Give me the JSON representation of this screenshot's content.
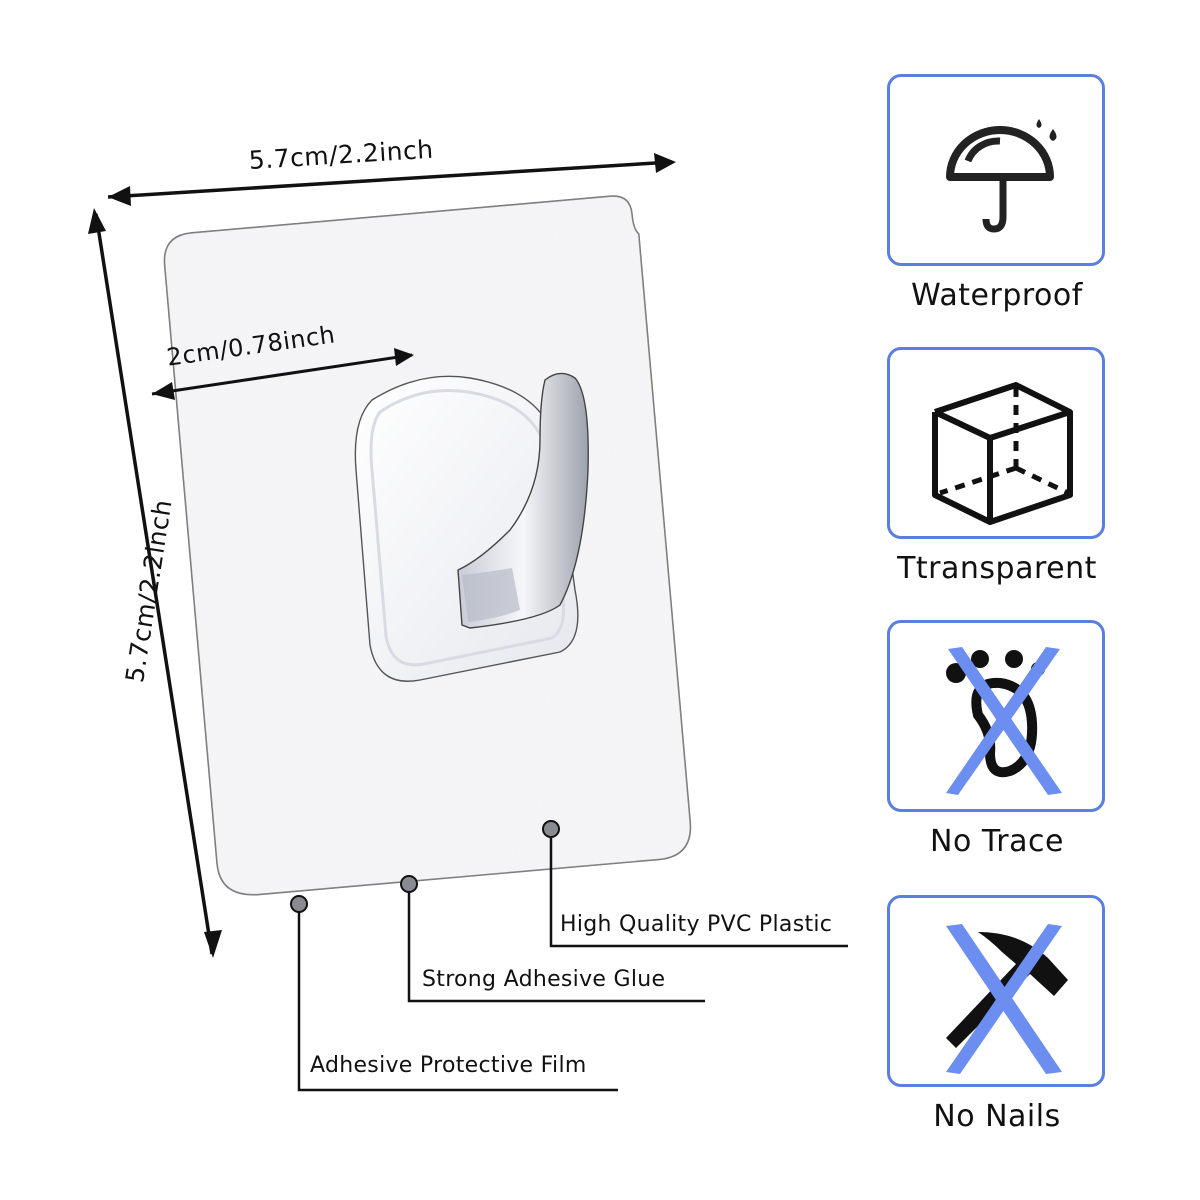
{
  "product": {
    "width_dimension": "5.7cm/2.2inch",
    "height_dimension": "5.7cm/2.2inch",
    "hook_dimension": "2cm/0.78inch"
  },
  "callouts": [
    {
      "label": "High Quality PVC Plastic"
    },
    {
      "label": "Strong Adhesive Glue"
    },
    {
      "label": "Adhesive Protective Film"
    }
  ],
  "features": [
    {
      "label": "Waterproof",
      "icon": "umbrella-icon"
    },
    {
      "label": "Ttransparent",
      "icon": "cube-icon"
    },
    {
      "label": "No Trace",
      "icon": "footprint-crossed-icon"
    },
    {
      "label": "No Nails",
      "icon": "hammer-crossed-icon"
    }
  ],
  "colors": {
    "accent_blue": "#5b7fe0",
    "cross_blue": "#6b8ef0",
    "pad_fill": "#f3f3f5",
    "pad_edge": "#7a7a7a",
    "dot_fill": "#8a8a92"
  }
}
